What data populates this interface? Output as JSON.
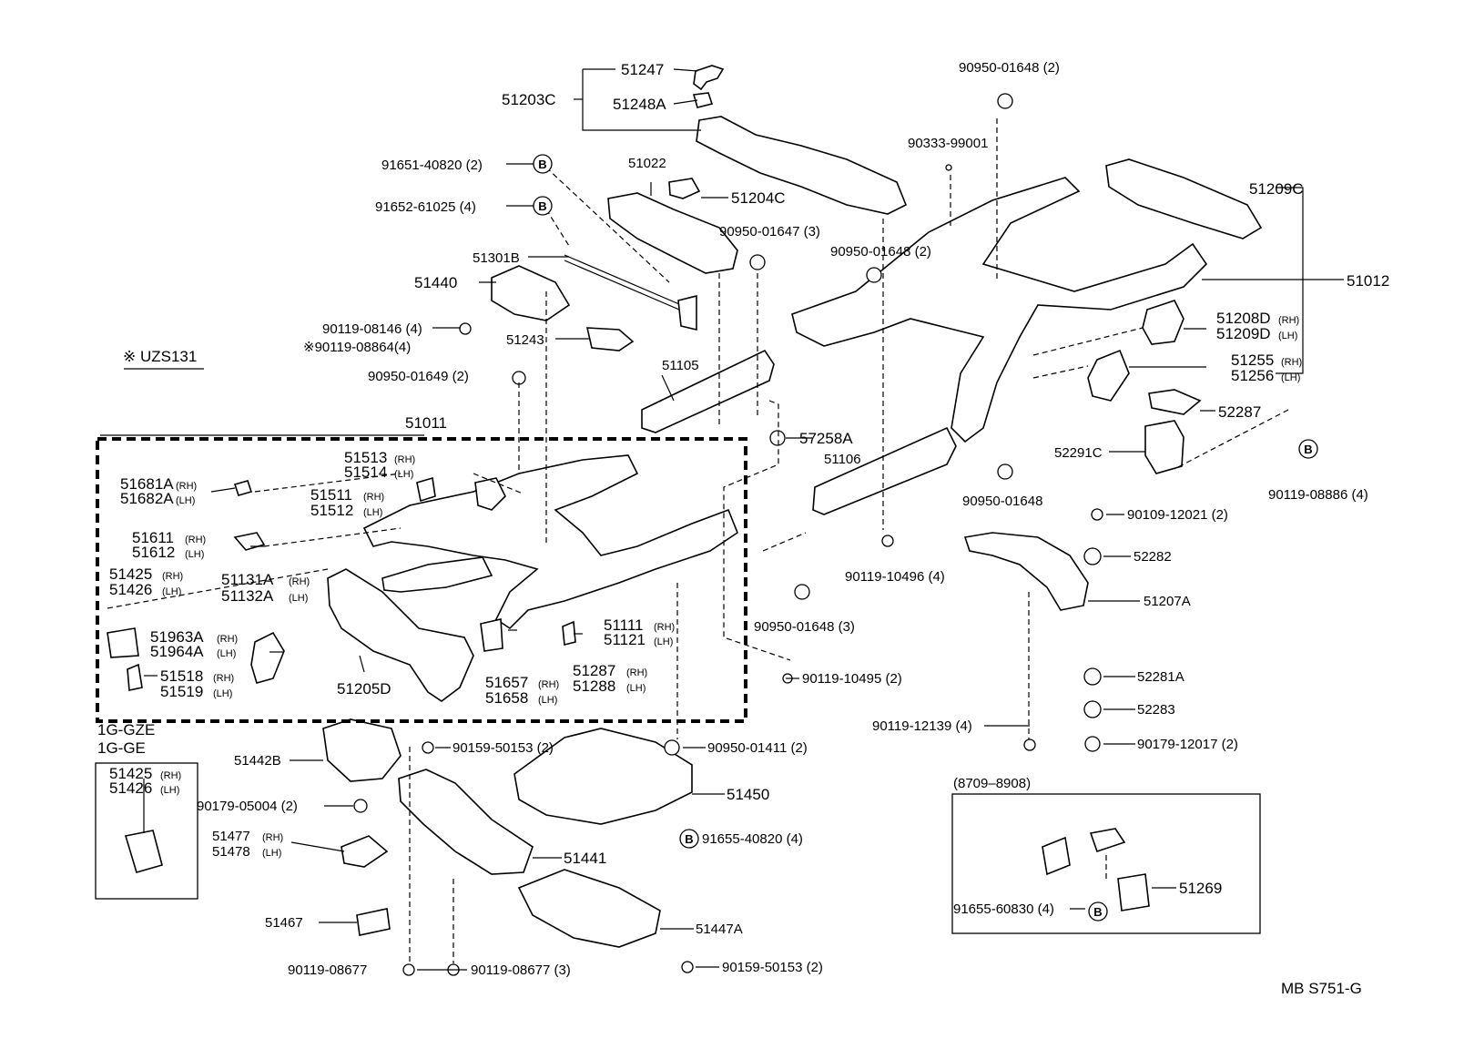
{
  "variant_note": "※ UZS131",
  "engine_note": {
    "line1": "1G-GZE",
    "line2": "1G-GE"
  },
  "date_box": {
    "label": "(8709–8908)"
  },
  "footer": "MB  S751-G",
  "rh": "(RH)",
  "lh": "(LH)",
  "labels": {
    "p51247": "51247",
    "p51203C": "51203C",
    "p51248A": "51248A",
    "p90950_01648_2_top": "90950-01648 (2)",
    "p90333_99001": "90333-99001",
    "p91651_40820": "91651-40820 (2)",
    "p51022": "51022",
    "p51204C": "51204C",
    "p91652_61025": "91652-61025 (4)",
    "p90950_01647": "90950-01647 (3)",
    "p90950_01648_2_mid": "90950-01648 (2)",
    "p51209C": "51209C",
    "p51301B": "51301B",
    "p51440": "51440",
    "p51012": "51012",
    "p90119_08146": "90119-08146 (4)",
    "p90119_08864": "※90119-08864(4)",
    "p51243": "51243",
    "p51208D": "51208D",
    "p51209D": "51209D",
    "p90950_01649": "90950-01649 (2)",
    "p51105": "51105",
    "p51255": "51255",
    "p51256": "51256",
    "p52287": "52287",
    "p51011": "51011",
    "p57258A": "57258A",
    "p51513": "51513",
    "p51514": "51514",
    "p51106": "51106",
    "p52291C": "52291C",
    "p51681A": "51681A",
    "p51682A": "51682A",
    "p51511": "51511",
    "p51512": "51512",
    "p90950_01648_single": "90950-01648",
    "p90119_08886": "90119-08886 (4)",
    "p90109_12021": "90109-12021 (2)",
    "p51611": "51611",
    "p51612": "51612",
    "p52282": "52282",
    "p51425": "51425",
    "p51426": "51426",
    "p51131A": "51131A",
    "p51132A": "51132A",
    "p90119_10496": "90119-10496 (4)",
    "p51207A": "51207A",
    "p90950_01648_3": "90950-01648 (3)",
    "p51963A": "51963A",
    "p51964A": "51964A",
    "p51111": "51111",
    "p51121": "51121",
    "p51518": "51518",
    "p51519": "51519",
    "p51657": "51657",
    "p51658": "51658",
    "p51287": "51287",
    "p51288": "51288",
    "p51205D": "51205D",
    "p90119_10495": "90119-10495 (2)",
    "p52281A": "52281A",
    "p52283": "52283",
    "p90119_12139": "90119-12139 (4)",
    "p51442B": "51442B",
    "p90159_50153_top": "90159-50153 (2)",
    "p90950_01411": "90950-01411 (2)",
    "p90179_12017": "90179-12017 (2)",
    "p51425b": "51425",
    "p51426b": "51426",
    "p51450": "51450",
    "p90179_05004": "90179-05004 (2)",
    "p91655_40820": "91655-40820 (4)",
    "p51477": "51477",
    "p51478": "51478",
    "p51441": "51441",
    "p51269": "51269",
    "p91655_60830": "91655-60830 (4)",
    "p51467": "51467",
    "p51447A": "51447A",
    "p90119_08677_a": "90119-08677",
    "p90119_08677_b": "90119-08677 (3)",
    "p90159_50153_bot": "90159-50153 (2)",
    "circle_b": "B"
  }
}
